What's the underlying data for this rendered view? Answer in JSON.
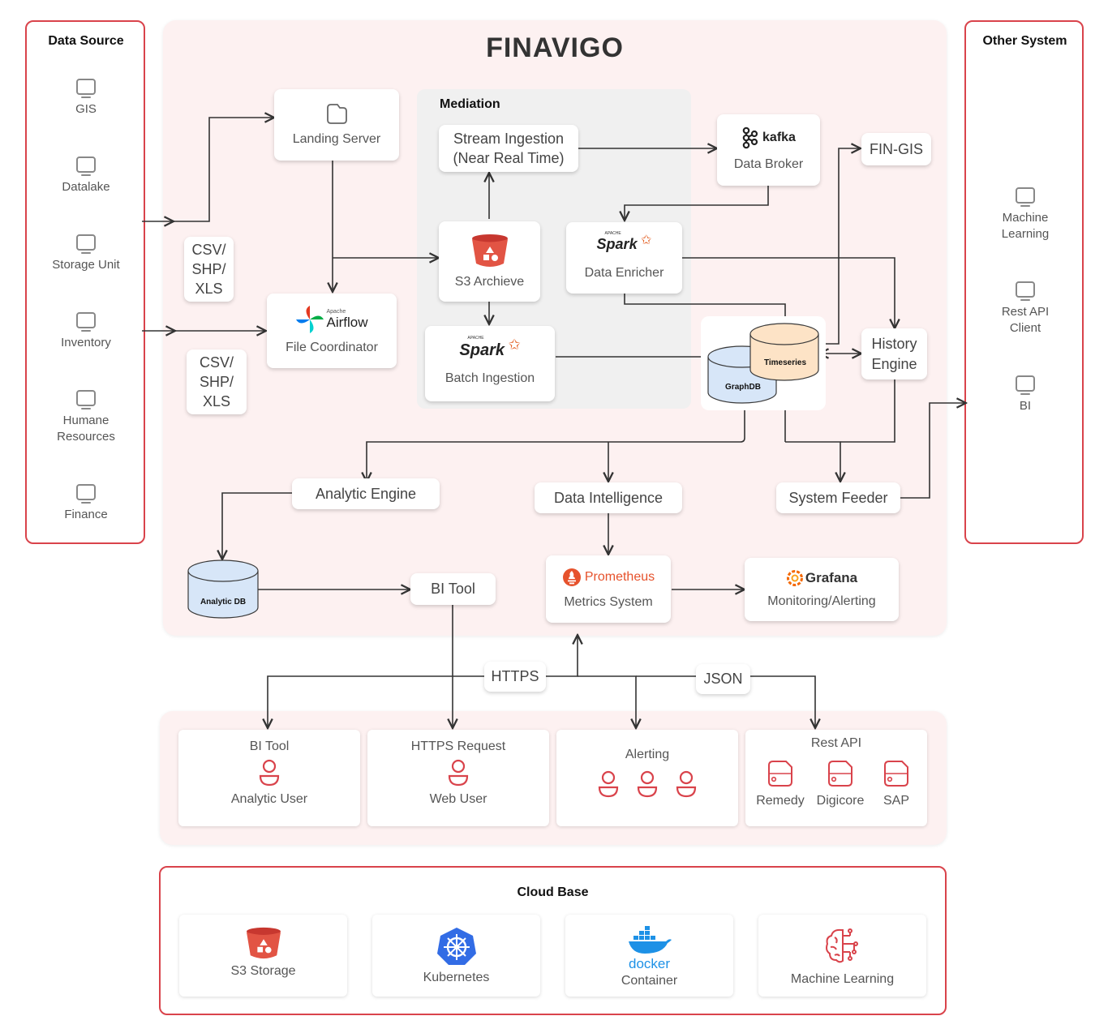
{
  "title": "FINAVIGO",
  "data_source": {
    "title": "Data Source",
    "items": [
      "GIS",
      "Datalake",
      "Storage Unit",
      "Inventory",
      "Humane Resources",
      "Finance"
    ]
  },
  "other_system": {
    "title": "Other System",
    "items": [
      "Machine Learning",
      "Rest API Client",
      "BI"
    ]
  },
  "file_formats": [
    "CSV/ SHP/ XLS",
    "CSV/ SHP/ XLS"
  ],
  "mediation": {
    "title": "Mediation",
    "stream_ingestion": "Stream Ingestion (Near Real Time)",
    "s3_archive": "S3 Archieve",
    "batch_ingestion": "Batch Ingestion",
    "data_enricher": "Data Enricher",
    "spark_logo": "Spark",
    "spark_logo_small": "APACHE"
  },
  "nodes": {
    "landing_server": "Landing Server",
    "airflow_brand": "Airflow",
    "airflow_brand_small": "Apache",
    "file_coordinator": "File Coordinator",
    "kafka_brand": "kafka",
    "data_broker": "Data Broker",
    "fin_gis": "FIN-GIS",
    "timeseries": "Timeseries",
    "graphdb": "GraphDB",
    "history_engine": "History Engine",
    "analytic_engine": "Analytic Engine",
    "data_intelligence": "Data Intelligence",
    "system_feeder": "System Feeder",
    "analytic_db": "Analytic DB",
    "bi_tool": "BI Tool",
    "prometheus_brand": "Prometheus",
    "metrics_system": "Metrics System",
    "grafana_brand": "Grafana",
    "monitoring": "Monitoring/Alerting"
  },
  "protocols": {
    "https": "HTTPS",
    "json": "JSON"
  },
  "consumers": {
    "bi_tool": {
      "title": "BI Tool",
      "label": "Analytic User"
    },
    "https_request": {
      "title": "HTTPS Request",
      "label": "Web User"
    },
    "alerting": {
      "title": "Alerting"
    },
    "rest_api": {
      "title": "Rest API",
      "items": [
        "Remedy",
        "Digicore",
        "SAP"
      ]
    }
  },
  "cloud_base": {
    "title": "Cloud Base",
    "items": [
      "S3 Storage",
      "Kubernetes",
      "Container",
      "Machine Learning"
    ],
    "docker_brand": "docker"
  },
  "colors": {
    "accent": "#d9434b",
    "panel": "#fdf1f1",
    "db_blue": "#d7e6f8",
    "db_peach": "#fde3c6"
  }
}
